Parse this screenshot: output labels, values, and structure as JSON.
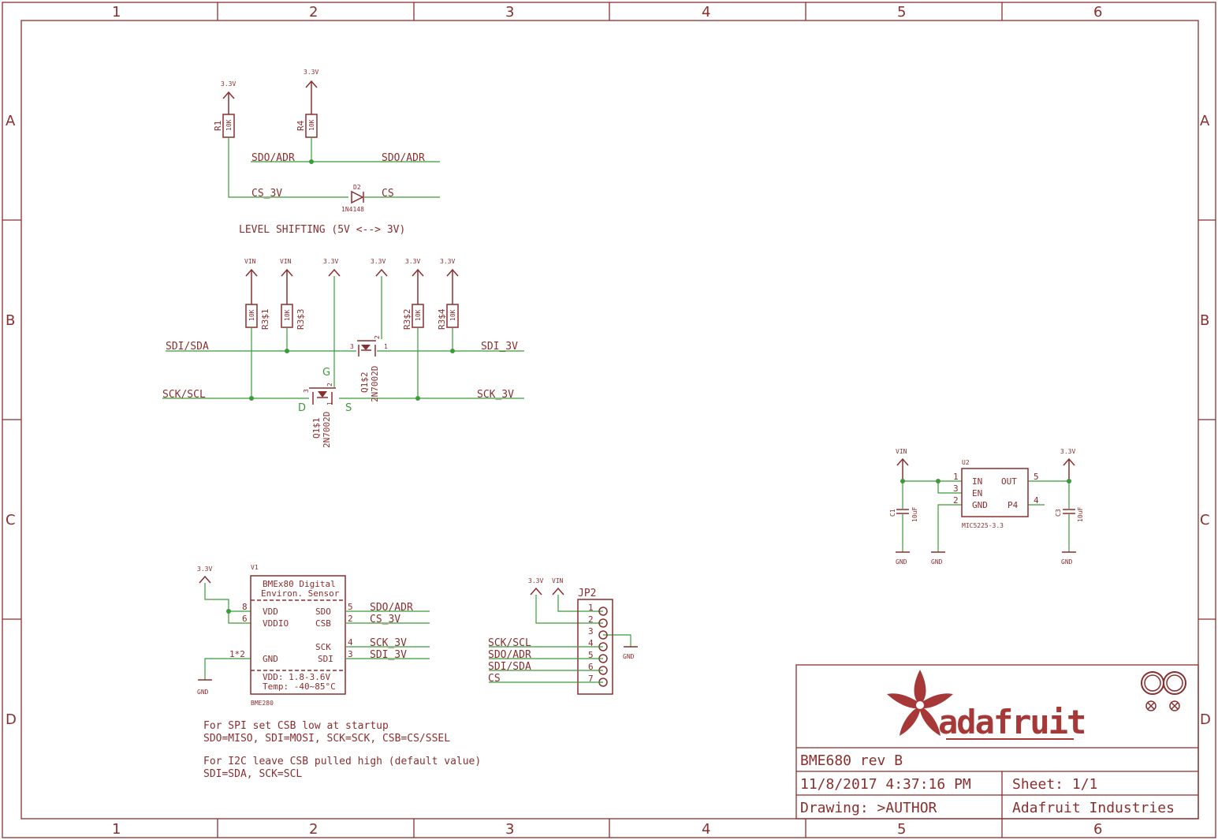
{
  "frame": {
    "columns": [
      "1",
      "2",
      "3",
      "4",
      "5",
      "6"
    ],
    "rows": [
      "A",
      "B",
      "C",
      "D"
    ]
  },
  "title_block": {
    "logo_text": "adafruit",
    "title": "BME680 rev B",
    "date": "11/8/2017 4:37:16 PM",
    "sheet": "Sheet: 1/1",
    "drawing": "Drawing: >AUTHOR",
    "company": "Adafruit Industries"
  },
  "level_shift": {
    "caption": "LEVEL SHIFTING (5V <--> 3V)",
    "r1": {
      "name": "R1",
      "value": "10K",
      "supply": "3.3V"
    },
    "r4": {
      "name": "R4",
      "value": "10K",
      "supply": "3.3V"
    },
    "d2": {
      "name": "D2",
      "value": "1N4148"
    },
    "nets": {
      "sdo_left": "SDO/ADR",
      "sdo_right": "SDO/ADR",
      "cs3v": "CS_3V",
      "cs": "CS"
    }
  },
  "i2c_shift": {
    "supplies": [
      "VIN",
      "VIN",
      "3.3V",
      "3.3V",
      "3.3V",
      "3.3V"
    ],
    "resistors": [
      {
        "name": "R3$1",
        "value": "10K"
      },
      {
        "name": "R3$3",
        "value": "10K"
      },
      {
        "name": "R3$2",
        "value": "10K"
      },
      {
        "name": "R3$4",
        "value": "10K"
      }
    ],
    "q1": {
      "name": "Q1$1",
      "value": "2N7002D"
    },
    "q2": {
      "name": "Q1$2",
      "value": "2N7002D"
    },
    "pins": {
      "g": "G",
      "d": "D",
      "s": "S",
      "q1_1": "1",
      "q1_2": "2",
      "q1_3": "3",
      "q2_1": "1",
      "q2_2": "2",
      "q2_3": "3"
    },
    "nets": {
      "sdi_sda": "SDI/SDA",
      "sdi_3v": "SDI_3V",
      "sck_scl": "SCK/SCL",
      "sck_3v": "SCK_3V"
    }
  },
  "regulator": {
    "vin": "VIN",
    "out": "3.3V",
    "u2": "U2",
    "part": "MIC5225-3.3",
    "pins_left": [
      "IN",
      "EN",
      "GND"
    ],
    "pins_right": [
      "OUT",
      "P4"
    ],
    "pin_nums": {
      "in": "1",
      "en": "3",
      "gnd": "2",
      "out": "5",
      "p4": "4"
    },
    "c1": {
      "name": "C1",
      "value": "10uF"
    },
    "c3": {
      "name": "C3",
      "value": "10uF"
    },
    "gnd": "GND"
  },
  "sensor": {
    "supply": "3.3V",
    "name": "V1",
    "header1": "BMEx80 Digital",
    "header2": "Environ. Sensor",
    "left_pins": [
      {
        "num": "8",
        "name": "VDD"
      },
      {
        "num": "6",
        "name": "VDDIO"
      },
      {
        "num": "1*2",
        "name": "GND"
      }
    ],
    "right_pins": [
      {
        "num": "5",
        "name": "SDO",
        "net": "SDO/ADR"
      },
      {
        "num": "2",
        "name": "CSB",
        "net": "CS_3V"
      },
      {
        "num": "4",
        "name": "SCK",
        "net": "SCK_3V"
      },
      {
        "num": "3",
        "name": "SDI",
        "net": "SDI_3V"
      }
    ],
    "spec1": "VDD:   1.8-3.6V",
    "spec2": "Temp:  -40~85°C",
    "part": "BME280",
    "gnd": "GND"
  },
  "connector": {
    "name": "JP2",
    "supply1": "3.3V",
    "supply2": "VIN",
    "gnd": "GND",
    "pins": [
      "1",
      "2",
      "3",
      "4",
      "5",
      "6",
      "7"
    ],
    "nets": [
      "SCK/SCL",
      "SDO/ADR",
      "SDI/SDA",
      "CS"
    ]
  },
  "notes": [
    "For SPI set CSB low at startup",
    "SDO=MISO, SDI=MOSI, SCK=SCK, CSB=CS/SSEL",
    "For I2C leave CSB pulled high (default value)",
    "SDI=SDA, SCK=SCL"
  ]
}
